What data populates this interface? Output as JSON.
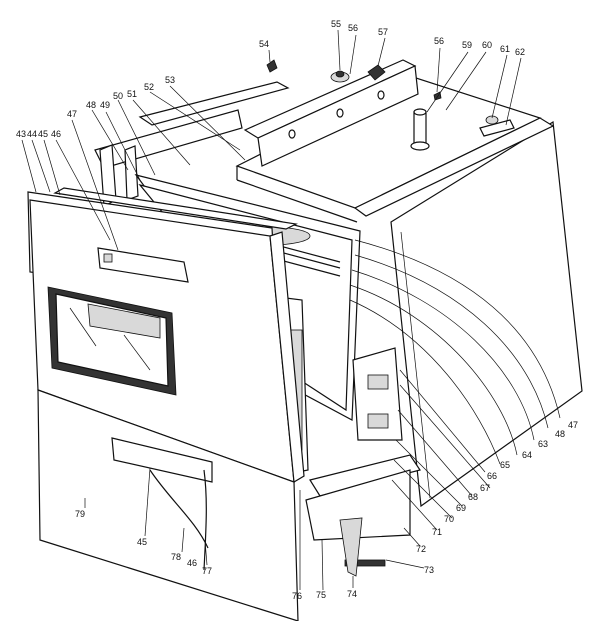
{
  "diagram": {
    "callouts": [
      {
        "id": "c43",
        "text": "43"
      },
      {
        "id": "c44",
        "text": "44"
      },
      {
        "id": "c45a",
        "text": "45"
      },
      {
        "id": "c46a",
        "text": "46"
      },
      {
        "id": "c47a",
        "text": "47"
      },
      {
        "id": "c48a",
        "text": "48"
      },
      {
        "id": "c49",
        "text": "49"
      },
      {
        "id": "c50",
        "text": "50"
      },
      {
        "id": "c51",
        "text": "51"
      },
      {
        "id": "c52",
        "text": "52"
      },
      {
        "id": "c53",
        "text": "53"
      },
      {
        "id": "c54",
        "text": "54"
      },
      {
        "id": "c55",
        "text": "55"
      },
      {
        "id": "c56a",
        "text": "56"
      },
      {
        "id": "c57",
        "text": "57"
      },
      {
        "id": "c56b",
        "text": "56"
      },
      {
        "id": "c59",
        "text": "59"
      },
      {
        "id": "c60",
        "text": "60"
      },
      {
        "id": "c61",
        "text": "61"
      },
      {
        "id": "c62",
        "text": "62"
      },
      {
        "id": "c47b",
        "text": "47"
      },
      {
        "id": "c48b",
        "text": "48"
      },
      {
        "id": "c63",
        "text": "63"
      },
      {
        "id": "c64",
        "text": "64"
      },
      {
        "id": "c65",
        "text": "65"
      },
      {
        "id": "c66",
        "text": "66"
      },
      {
        "id": "c67",
        "text": "67"
      },
      {
        "id": "c68",
        "text": "68"
      },
      {
        "id": "c69",
        "text": "69"
      },
      {
        "id": "c70",
        "text": "70"
      },
      {
        "id": "c71",
        "text": "71"
      },
      {
        "id": "c72",
        "text": "72"
      },
      {
        "id": "c73",
        "text": "73"
      },
      {
        "id": "c74",
        "text": "74"
      },
      {
        "id": "c75",
        "text": "75"
      },
      {
        "id": "c76",
        "text": "76"
      },
      {
        "id": "c77",
        "text": "77"
      },
      {
        "id": "c46b",
        "text": "46"
      },
      {
        "id": "c78",
        "text": "78"
      },
      {
        "id": "c45b",
        "text": "45"
      },
      {
        "id": "c79",
        "text": "79"
      }
    ]
  }
}
